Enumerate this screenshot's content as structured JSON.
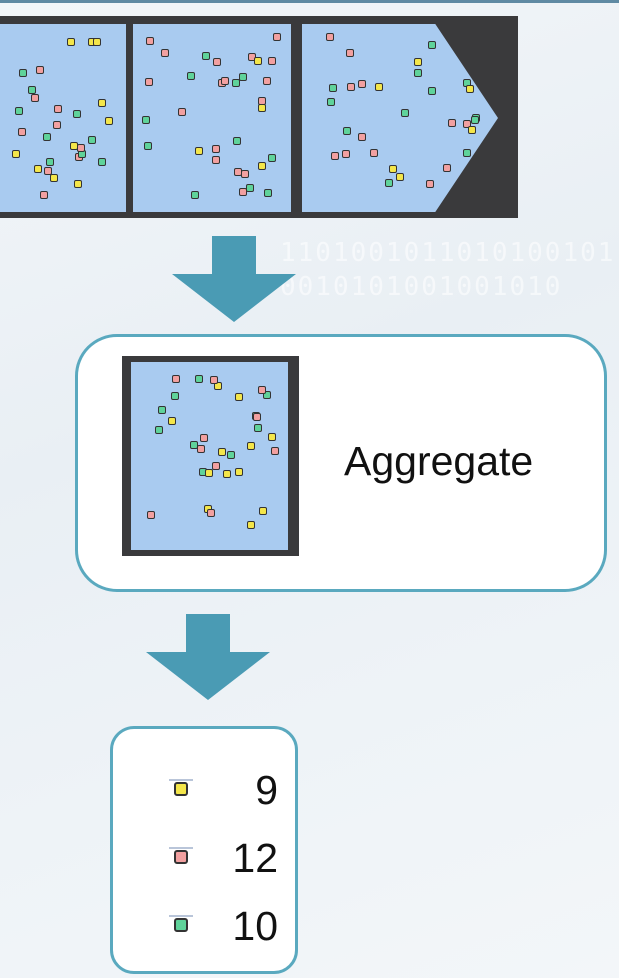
{
  "diagram": {
    "stream_panels": 3,
    "aggregate_label": "Aggregate",
    "counts": [
      {
        "color_name": "yellow",
        "color": "#f4e64a",
        "value": "9"
      },
      {
        "color_name": "red",
        "color": "#f2a0a0",
        "value": "12"
      },
      {
        "color_name": "green",
        "color": "#5fd39a",
        "value": "10"
      }
    ],
    "colors": {
      "panel": "#a9cbf0",
      "panel_frame": "#3a3a3c",
      "arrow": "#4a9bb4",
      "box_border": "#5aa9bf"
    }
  }
}
